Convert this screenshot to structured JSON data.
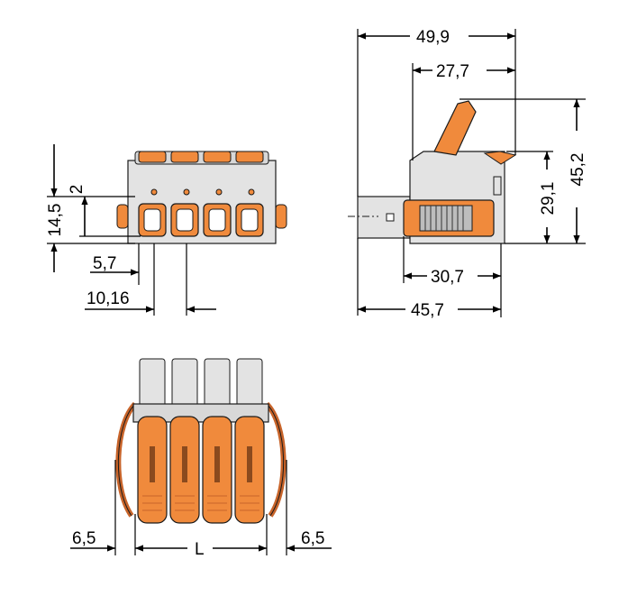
{
  "colors": {
    "housing": "#e3e3e3",
    "housing_dark": "#bdbdbd",
    "lever": "#f08a3c",
    "lever_dark": "#c8642a",
    "line": "#000000"
  },
  "dimensions": {
    "front_view": {
      "height_overall": "14,5",
      "height_pin": "2",
      "offset_first_pin": "5,7",
      "pitch_total": "10,16"
    },
    "side_view": {
      "length_total": "49,9",
      "length_top": "27,7",
      "height_total": "45,2",
      "height_body": "29,1",
      "length_body": "30,7",
      "length_base": "45,7"
    },
    "top_view": {
      "left_margin": "6,5",
      "pitch_label": "L",
      "right_margin": "6,5"
    }
  }
}
